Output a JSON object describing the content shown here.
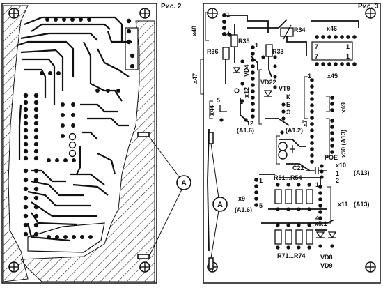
{
  "figure2": {
    "caption": "Рис. 2",
    "callout_letter": "A"
  },
  "figure3": {
    "caption": "Рис. 3",
    "callout_letter": "A",
    "labels": {
      "x48": "x48",
      "r35": "R35",
      "r36": "R36",
      "r34": "R34",
      "r33": "R33",
      "x46": "x46",
      "x45": "x45",
      "x47": "x47",
      "vd4": "VD4",
      "x12": "x12",
      "vd22": "VD22",
      "vt9": "VT9",
      "k": "К",
      "b": "Б",
      "e": "Э",
      "x44": "x44",
      "a16_top": "(A1.6)",
      "a12": "(A1.2)",
      "x7": "x7",
      "x49": "x49",
      "x50": "x50 (A13)",
      "c22": "C22",
      "poe": "POE",
      "x10": "x10",
      "a13_mid": "(A13)",
      "r51": "R51...R54",
      "x9": "x9",
      "a16_bot": "(A1.6)",
      "x11": "x11",
      "a13_low": "(A13)",
      "x51": "x5.1",
      "r71": "R71...R74",
      "vd8": "VD8",
      "vd9": "VD9",
      "n1a": "1",
      "n4": "4",
      "n1b": "1",
      "n12": "12",
      "n1c": "1",
      "n1d": "1",
      "n5": "5",
      "n7a": "7",
      "n1e": "1",
      "n7b": "7",
      "n1f": "1",
      "n1g": "1",
      "n2": "2",
      "n1h": "1",
      "n1i": "1",
      "n5b": "5",
      "n4b": "4"
    }
  }
}
